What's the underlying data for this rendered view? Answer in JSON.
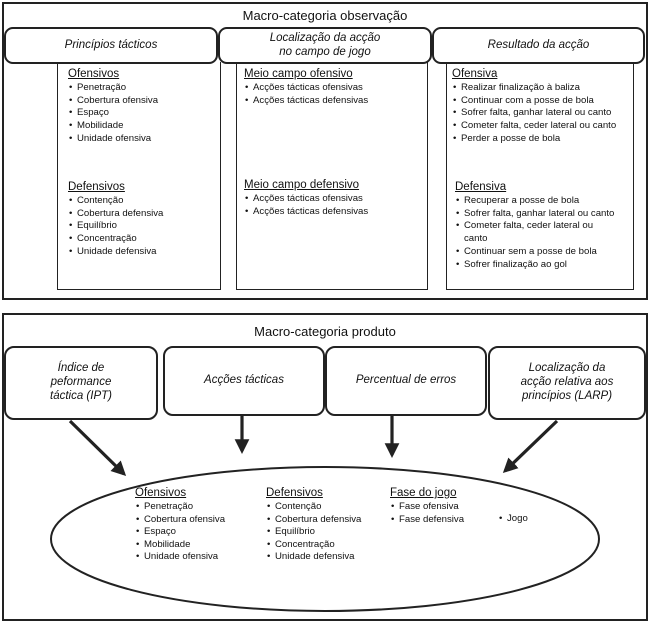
{
  "observacao": {
    "title": "Macro-categoria observação",
    "headers": {
      "principios": "Princípios tácticos",
      "localizacao_l1": "Localização da acção",
      "localizacao_l2": "no campo de jogo",
      "resultado": "Resultado da acção"
    },
    "principios": {
      "ofensivos": {
        "title": "Ofensivos",
        "items": [
          "Penetração",
          "Cobertura ofensiva",
          "Espaço",
          "Mobilidade",
          "Unidade ofensiva"
        ]
      },
      "defensivos": {
        "title": "Defensivos",
        "items": [
          "Contenção",
          "Cobertura defensiva",
          "Equilíbrio",
          "Concentração",
          "Unidade defensiva"
        ]
      }
    },
    "localizacao": {
      "ofensivo": {
        "title": "Meio campo ofensivo",
        "items": [
          "Acções tácticas ofensivas",
          "Acções tácticas defensivas"
        ]
      },
      "defensivo": {
        "title": "Meio campo defensivo",
        "items": [
          "Acções tácticas ofensivas",
          "Acções tácticas defensivas"
        ]
      }
    },
    "resultado": {
      "ofensiva": {
        "title": "Ofensiva",
        "items": [
          "Realizar finalização à baliza",
          "Continuar com a posse de bola",
          "Sofrer falta, ganhar lateral ou canto",
          "Cometer falta, ceder lateral ou canto",
          "Perder a posse de bola"
        ]
      },
      "defensiva": {
        "title": "Defensiva",
        "items": [
          "Recuperar a posse de bola",
          "Sofrer falta, ganhar lateral ou canto",
          "Cometer falta, ceder lateral ou canto",
          "Continuar sem a posse de bola",
          "Sofrer finalização ao gol"
        ]
      }
    }
  },
  "produto": {
    "title": "Macro-categoria produto",
    "boxes": {
      "ipt_l1": "Índice de",
      "ipt_l2": "peformance",
      "ipt_l3": "táctica (IPT)",
      "accoes": "Acções tácticas",
      "erros": "Percentual de erros",
      "larp_l1": "Localização da",
      "larp_l2": "acção relativa aos",
      "larp_l3": "princípios (LARP)"
    },
    "ellipse": {
      "ofensivos": {
        "title": "Ofensivos",
        "items": [
          "Penetração",
          "Cobertura ofensiva",
          "Espaço",
          "Mobilidade",
          "Unidade ofensiva"
        ]
      },
      "defensivos": {
        "title": "Defensivos",
        "items": [
          "Contenção",
          "Cobertura defensiva",
          "Equilíbrio",
          "Concentração",
          "Unidade defensiva"
        ]
      },
      "fase": {
        "title": "Fase do jogo",
        "items": [
          "Fase ofensiva",
          "Fase defensiva"
        ]
      },
      "jogo": "Jogo"
    }
  },
  "colors": {
    "line": "#222222",
    "background": "#ffffff"
  }
}
